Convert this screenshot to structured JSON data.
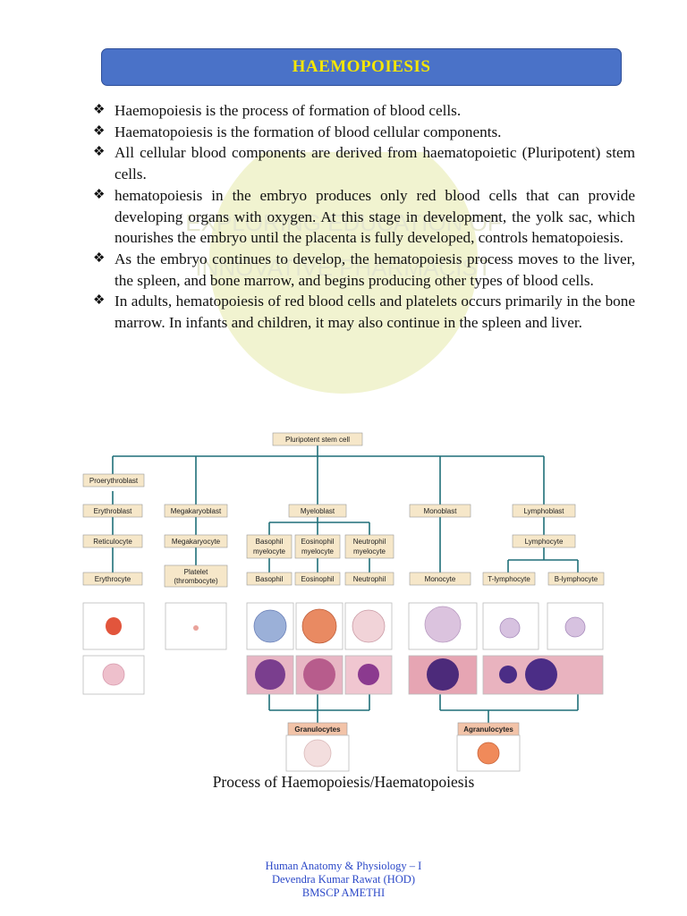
{
  "title": "HAEMOPOIESIS",
  "bullets": [
    "Haemopoiesis is the process of formation of blood cells.",
    "Haematopoiesis is the formation of blood cellular components.",
    "All cellular blood components are derived from haematopoietic (Pluripotent) stem cells.",
    "hematopoiesis in the embryo produces only red blood cells that can provide developing organs with oxygen. At this stage in development, the yolk sac, which nourishes the embryo until the placenta is fully developed, controls hematopoiesis.",
    "As the embryo continues to develop, the hematopoiesis process moves to the liver, the spleen, and bone marrow, and begins producing other types of blood cells.",
    "In adults, hematopoiesis of red blood cells and platelets occurs primarily in the bone marrow. In infants and children, it may also continue in the spleen and liver."
  ],
  "bullet_icon": "diamond-bullet-icon",
  "watermark": {
    "line1": "EXPLORING EDUCATION OF",
    "line2": "INNOVATIVE PHARMACIST"
  },
  "diagram": {
    "root": "Pluripotent stem cell",
    "erythroid": [
      "Proerythroblast",
      "Erythroblast",
      "Reticulocyte",
      "Erythrocyte"
    ],
    "megakaryocytic": [
      "Megakaryoblast",
      "Megakaryocyte",
      "Platelet",
      "(thrombocyte)"
    ],
    "myeloid": {
      "parent": "Myeloblast",
      "myelocytes": [
        [
          "Basophil",
          "myelocyte"
        ],
        [
          "Eosinophil",
          "myelocyte"
        ],
        [
          "Neutrophil",
          "myelocyte"
        ]
      ],
      "cells": [
        "Basophil",
        "Eosinophil",
        "Neutrophil"
      ]
    },
    "monocytic": [
      "Monoblast",
      "Monocyte"
    ],
    "lymphoid": {
      "parent": "Lymphoblast",
      "middle": "Lymphocyte",
      "cells": [
        "T-lymphocyte",
        "B-lymphocyte"
      ]
    },
    "groups": [
      "Granulocytes",
      "Agranulocytes"
    ]
  },
  "caption": "Process of Haemopoiesis/Haematopoiesis",
  "footer": [
    "Human Anatomy & Physiology – I",
    "Devendra Kumar Rawat (HOD)",
    "BMSCP AMETHI"
  ],
  "colors": {
    "title_bg": "#4a72c8",
    "title_text": "#f5e600",
    "footer_text": "#2c49c8",
    "label_box": "#f6e7c9",
    "line": "#1f6f78"
  }
}
